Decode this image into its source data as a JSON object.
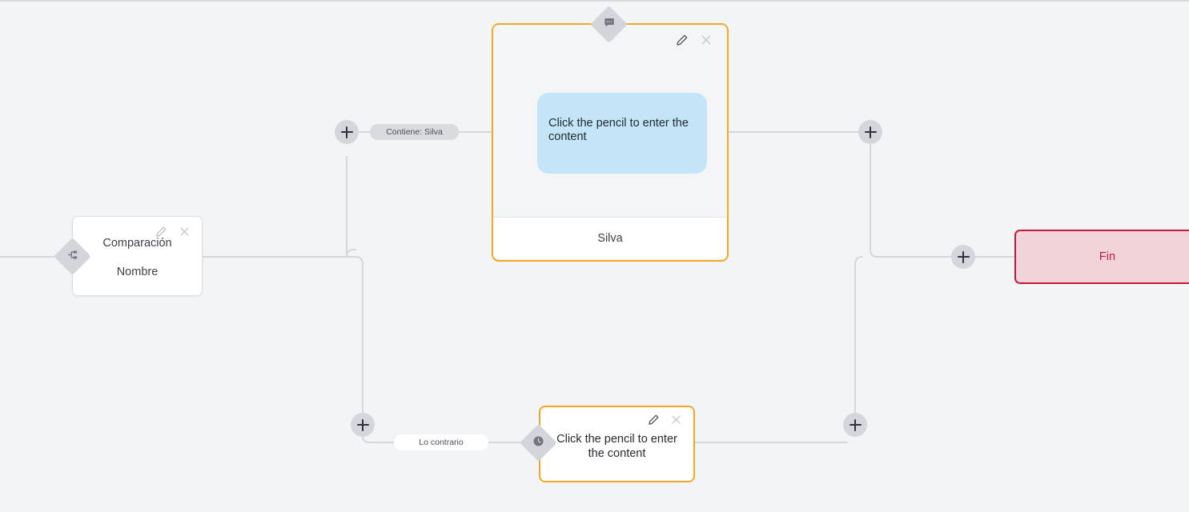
{
  "canvas": {
    "background_color": "#f3f4f6",
    "wire_color": "#d5d7dc"
  },
  "nodes": [
    {
      "id": "comparacion",
      "type": "condition",
      "icon": "branch-icon",
      "title": "Comparación",
      "subtitle": "Nombre",
      "edit_icon": "pencil-icon",
      "close_icon": "close-icon",
      "border_color": "#dcdee2",
      "background_color": "#ffffff"
    },
    {
      "id": "message-top",
      "type": "message",
      "icon": "chat-bubble-icon",
      "bubble_text": "Click the pencil to enter the content",
      "bubble_color": "#c3e5f7",
      "footer_label": "Silva",
      "edit_icon": "pencil-icon",
      "close_icon": "close-icon",
      "border_color": "#f5a623"
    },
    {
      "id": "message-bottom",
      "type": "delay",
      "icon": "clock-icon",
      "text": "Click the pencil to enter the content",
      "edit_icon": "pencil-icon",
      "close_icon": "close-icon",
      "border_color": "#f5a623"
    },
    {
      "id": "fin",
      "type": "end",
      "label": "Fin",
      "border_color": "#c2183c",
      "background_color": "#f2d3d9",
      "text_color": "#c2183c"
    }
  ],
  "edge_labels": [
    {
      "id": "branch-true",
      "text": "Contiene: Silva",
      "style": "grey"
    },
    {
      "id": "branch-false",
      "text": "Lo contrario",
      "style": "white"
    }
  ],
  "add_buttons": [
    {
      "id": "add-before-message-top",
      "glyph": "+"
    },
    {
      "id": "add-after-message-top",
      "glyph": "+"
    },
    {
      "id": "add-before-message-bottom",
      "glyph": "+"
    },
    {
      "id": "add-after-message-bottom",
      "glyph": "+"
    },
    {
      "id": "add-before-fin",
      "glyph": "+"
    }
  ]
}
